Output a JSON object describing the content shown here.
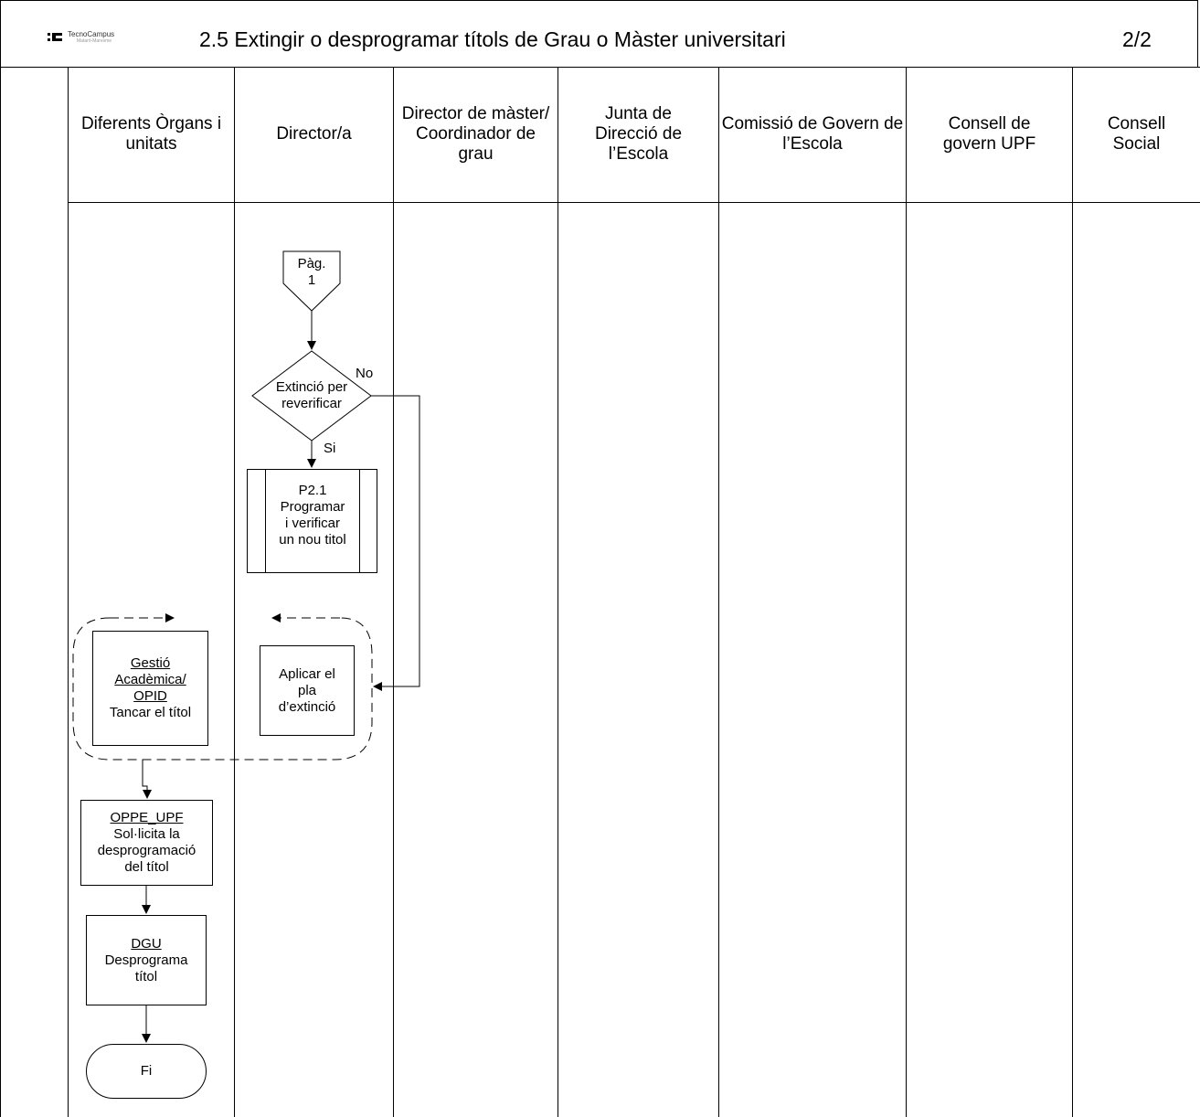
{
  "header": {
    "logo_text": "TecnoCampus",
    "logo_subtext": "Mataró-Maresme",
    "title": "2.5 Extingir o desprogramar títols de Grau o Màster universitari",
    "page": "2/2"
  },
  "lanes": [
    {
      "label": "Diferents Òrgans i unitats"
    },
    {
      "label": "Director/a"
    },
    {
      "label": "Director de màster/ Coordinador de grau"
    },
    {
      "label": "Junta de Direcció de l’Escola"
    },
    {
      "label": "Comissió de Govern de l’Escola"
    },
    {
      "label": "Consell de govern UPF"
    },
    {
      "label": "Consell Social"
    }
  ],
  "nodes": {
    "connector": {
      "line1": "Pàg.",
      "line2": "1"
    },
    "decision": {
      "line1": "Extinció per",
      "line2": "reverificar",
      "yes": "Si",
      "no": "No"
    },
    "subprocess": {
      "line1": "P2.1",
      "line2": "Programar",
      "line3": "i verificar",
      "line4": "un nou titol"
    },
    "apply_plan": {
      "line1": "Aplicar el",
      "line2": "pla",
      "line3": "d’extinció"
    },
    "gestio": {
      "u1": "Gestió",
      "u2": "Acadèmica/",
      "u3": "OPID",
      "text": "Tancar el títol"
    },
    "oppe": {
      "u1": "OPPE_UPF",
      "line1": "Sol·licita la",
      "line2": "desprogramació",
      "line3": "del títol"
    },
    "dgu": {
      "u1": "DGU",
      "line1": "Desprograma",
      "line2": "títol"
    },
    "end": {
      "label": "Fi"
    }
  }
}
